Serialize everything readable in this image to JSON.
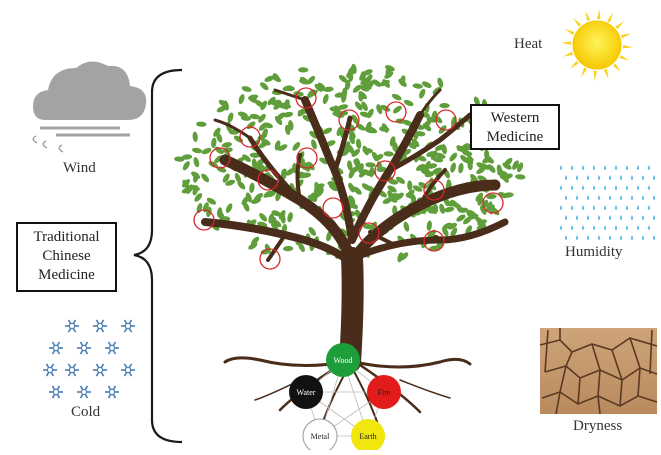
{
  "left_factors": {
    "wind": "Wind",
    "cold": "Cold"
  },
  "right_factors": {
    "heat": "Heat",
    "humidity": "Humidity",
    "dryness": "Dryness"
  },
  "boxes": {
    "tcm_line1": "Traditional",
    "tcm_line2": "Chinese",
    "tcm_line3": "Medicine",
    "western_line1": "Western",
    "western_line2": "Medicine"
  },
  "five_elements": {
    "wood": "Wood",
    "fire": "Fire",
    "earth": "Earth",
    "metal": "Metal",
    "water": "Water"
  },
  "colors": {
    "leaf": "#5f9e3a",
    "trunk": "#4a2c1a",
    "highlight_circle": "#d9262a",
    "sun": "#f8d21c",
    "rain": "#4cb8e8",
    "snow": "#4a7fb5",
    "cloud": "#9a9a9a",
    "wood": "#1e9e3a",
    "fire": "#e21b1b",
    "earth": "#f2e60f",
    "metal": "#ffffff",
    "water": "#111111"
  },
  "icons": [
    "cloud-wind-icon",
    "snowflake-icon",
    "sun-icon",
    "rain-icon",
    "cracked-earth-icon"
  ]
}
